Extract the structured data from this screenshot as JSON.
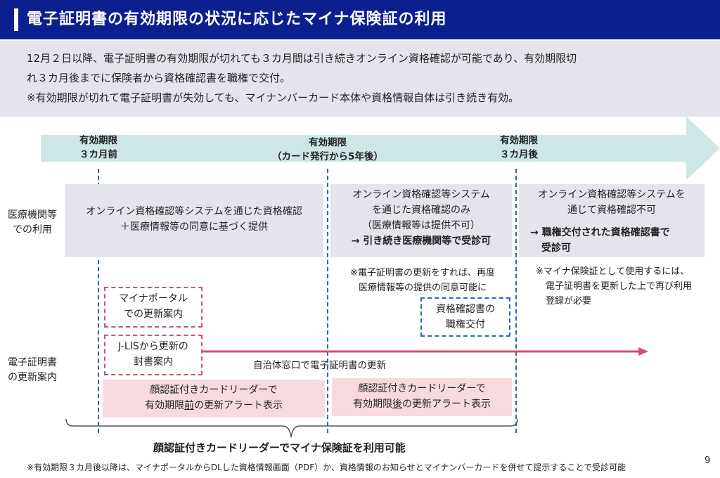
{
  "header": {
    "title": "電子証明書の有効期限の状況に応じたマイナ保険証の利用"
  },
  "summary": {
    "line1": "12月２日以降、電子証明書の有効期限が切れても３カ月間は引き続きオンライン資格確認が可能であり、有効期限切",
    "line2": "れ３カ月後までに保険者から資格確認書を職権で交付。",
    "line3": "※有効期限が切れて電子証明書が失効しても、マイナンバーカード本体や資格情報自体は引き続き有効。"
  },
  "timeline": {
    "m1_line1": "有効期限",
    "m1_line2": "３カ月前",
    "m2_line1": "有効期限",
    "m2_line2": "（カード発行から5年後）",
    "m3_line1": "有効期限",
    "m3_line2": "３カ月後"
  },
  "rows": {
    "medical_line1": "医療機関等",
    "medical_line2": "での利用",
    "renewal_line1": "電子証明書",
    "renewal_line2": "の更新案内"
  },
  "medical": {
    "p1_line1": "オンライン資格確認等システムを通じた資格確認",
    "p1_line2": "＋医療情報等の同意に基づく提供",
    "p2_line1": "オンライン資格確認等システム",
    "p2_line2": "を通じた資格確認のみ",
    "p2_line3": "（医療情報等は提供不可）",
    "p2_line4": "→ 引き続き医療機関等で受診可",
    "p3_line1": "オンライン資格確認等システムを",
    "p3_line2": "通じて資格確認不可",
    "p3_line3": "→ 職権交付された資格確認書で",
    "p3_line4": "受診可"
  },
  "notes": {
    "n2_line1": "※電子証明書の更新をすれば、再度",
    "n2_line2": "医療情報等の提供の同意可能に",
    "n3_line1": "※マイナ保険証として使用するには、",
    "n3_line2": "電子証明書を更新した上で再び利用",
    "n3_line3": "登録が必要"
  },
  "renewal": {
    "portal_line1": "マイナポータル",
    "portal_line2": "での更新案内",
    "jlis_line1": "J-LISから更新の",
    "jlis_line2": "封書案内",
    "municipal": "自治体窓口で電子証明書の更新",
    "cert_line1": "資格確認書の",
    "cert_line2": "職権交付",
    "alert1_line1": "顔認証付きカードリーダーで",
    "alert1_line2_pre": "有効期限",
    "alert1_line2_u": "前",
    "alert1_line2_post": "の更新アラート表示",
    "alert2_line1": "顔認証付きカードリーダーで",
    "alert2_line2_pre": "有効期限",
    "alert2_line2_u": "後",
    "alert2_line2_post": "の更新アラート表示"
  },
  "bracket_label": "顔認証付きカードリーダーでマイナ保険証を利用可能",
  "footnote": "※有効期限３カ月後以降は、マイナポータルからDLした資格情報画面（PDF）か、資格情報のお知らせとマイナンバーカードを併せて提示することで受診可能",
  "page_number": "9",
  "colors": {
    "header": "#0b1f8f",
    "arrow": "#cde6e6",
    "dashed_blue": "#2e68b0",
    "dashed_red": "#d0506c",
    "pink": "#f8dade",
    "gray": "#e4e4ec"
  }
}
